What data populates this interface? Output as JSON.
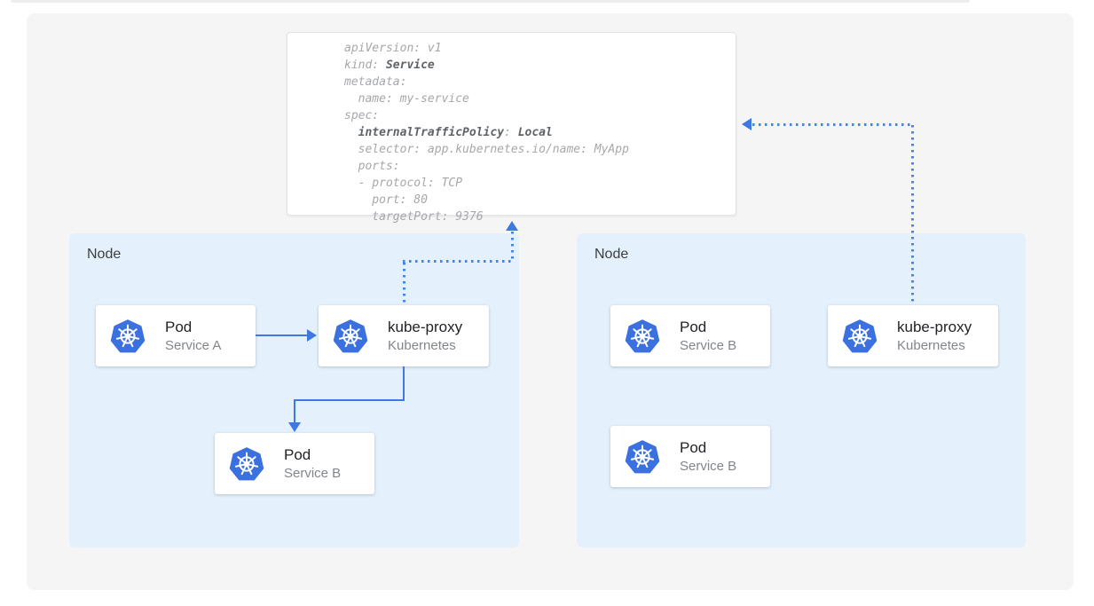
{
  "page": {
    "accent_blue": "#3d78e3",
    "node_fill": "#e4f1fc",
    "panel_fill": "#f5f5f6",
    "kubernetes_logo_blue": "#3b70e0"
  },
  "yaml": {
    "l1": "apiVersion: v1",
    "l2a": "kind: ",
    "l2b": "Service",
    "l3": "metadata:",
    "l4": "  name: my-service",
    "l5": "spec:",
    "l6a": "  ",
    "l6b": "internalTrafficPolicy",
    "l6c": ": ",
    "l6d": "Local",
    "l7": "  selector: app.kubernetes.io/name: MyApp",
    "l8": "  ports:",
    "l9": "  - protocol: TCP",
    "l10": "    port: 80",
    "l11": "    targetPort: 9376"
  },
  "nodes": [
    {
      "label": "Node",
      "cards": [
        {
          "title": "Pod",
          "subtitle": "Service A",
          "icon": "kubernetes-icon"
        },
        {
          "title": "kube-proxy",
          "subtitle": "Kubernetes",
          "icon": "kubernetes-icon"
        },
        {
          "title": "Pod",
          "subtitle": "Service B",
          "icon": "kubernetes-icon"
        }
      ]
    },
    {
      "label": "Node",
      "cards": [
        {
          "title": "Pod",
          "subtitle": "Service B",
          "icon": "kubernetes-icon"
        },
        {
          "title": "kube-proxy",
          "subtitle": "Kubernetes",
          "icon": "kubernetes-icon"
        },
        {
          "title": "Pod",
          "subtitle": "Service B",
          "icon": "kubernetes-icon"
        }
      ]
    }
  ],
  "connections": [
    {
      "from": "pod-service-a",
      "to": "kube-proxy-left",
      "style": "solid-arrow"
    },
    {
      "from": "kube-proxy-left",
      "to": "pod-service-b-left",
      "style": "solid-arrow"
    },
    {
      "from": "kube-proxy-left",
      "to": "service-manifest",
      "style": "dotted-arrow"
    },
    {
      "from": "kube-proxy-right",
      "to": "service-manifest",
      "style": "dotted-arrow"
    }
  ]
}
